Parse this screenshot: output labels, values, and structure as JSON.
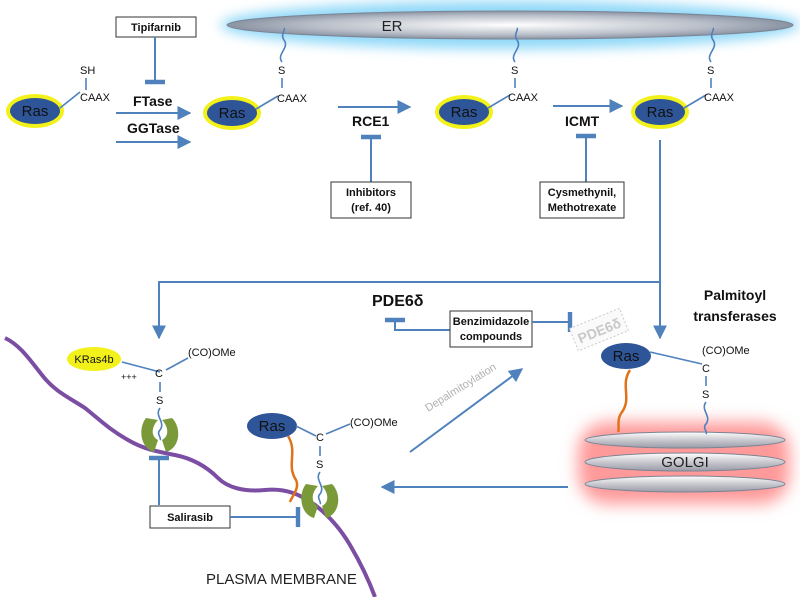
{
  "labels": {
    "er": "ER",
    "ras": "Ras",
    "kras4b": "KRas4b",
    "sh": "SH",
    "s": "S",
    "c": "C",
    "caax": "CAAX",
    "co_ome": "(CO)OMe",
    "plus_charges": "+++",
    "ftase": "FTase",
    "ggtase": "GGTase",
    "rce1": "RCE1",
    "icmt": "ICMT",
    "pde6d": "PDE6δ",
    "pde6d_faded": "PDE6δ",
    "palmitoyl_line1": "Palmitoyl",
    "palmitoyl_line2": "transferases",
    "depalmitoylation": "Depalmitoylation",
    "golgi": "GOLGI",
    "plasma_membrane": "PLASMA MEMBRANE"
  },
  "boxes": {
    "tipifarnib": "Tipifarnib",
    "inhibitors_line1": "Inhibitors",
    "inhibitors_line2": "(ref. 40)",
    "cysmethynil_line1": "Cysmethynil,",
    "cysmethynil_line2": "Methotrexate",
    "benz_line1": "Benzimidazole",
    "benz_line2": "compounds",
    "salirasib": "Salirasib"
  },
  "colors": {
    "arrow": "#4f81bd",
    "ras_fill": "#2e5597",
    "ras_halo": "#f2f21a",
    "kras_fill": "#f2f21a",
    "membrane": "#7b4ea3",
    "anchor": "#7a9a3a",
    "palmitoyl": "#e0731a",
    "golgi_glow": "#ff8080",
    "er_glow": "#8fd8f8"
  }
}
